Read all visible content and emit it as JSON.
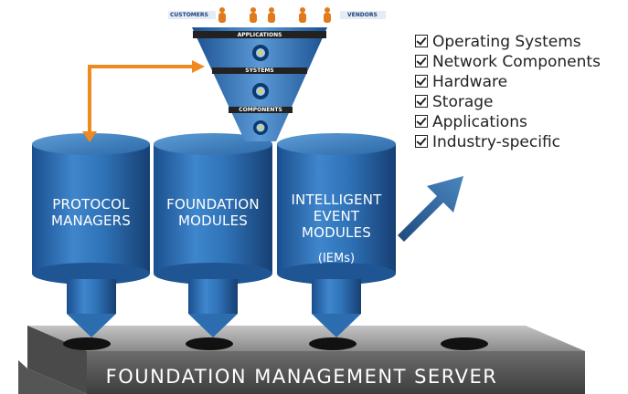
{
  "cylinders": [
    {
      "label_line1": "PROTOCOL",
      "label_line2": "MANAGERS",
      "label_line3": "",
      "sub": ""
    },
    {
      "label_line1": "FOUNDATION",
      "label_line2": "MODULES",
      "label_line3": "",
      "sub": ""
    },
    {
      "label_line1": "INTELLIGENT",
      "label_line2": "EVENT",
      "label_line3": "MODULES",
      "sub": "(IEMs)"
    }
  ],
  "funnel": {
    "customers": "CUSTOMERS",
    "vendors": "VENDORS",
    "bands": [
      "APPLICATIONS",
      "SYSTEMS",
      "COMPONENTS"
    ]
  },
  "checklist": [
    "Operating Systems",
    "Network Components",
    "Hardware",
    "Storage",
    "Applications",
    "Industry-specific"
  ],
  "server": {
    "label": "FOUNDATION MANAGEMENT SERVER"
  },
  "colors": {
    "cylinder": "#2f6fb2",
    "cylinder_dark": "#1d4f8c",
    "arrow_orange": "#f08a1e",
    "server_gray": "#555555",
    "arrow_blue": "#2a5f95"
  }
}
